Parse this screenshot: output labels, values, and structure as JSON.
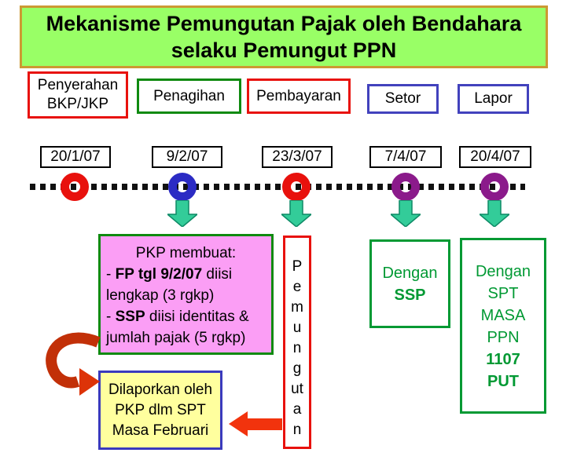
{
  "title": {
    "text": "Mekanisme Pemungutan Pajak oleh Bendahara\nselaku Pemungut PPN",
    "bg_color": "#99FF66",
    "border_color": "#CC9933",
    "text_color": "#000000"
  },
  "stages": [
    {
      "label": "Penyerahan\nBKP/JKP",
      "border_color": "#E8120D"
    },
    {
      "label": "Penagihan",
      "border_color": "#0F8A10"
    },
    {
      "label": "Pembayaran",
      "border_color": "#E8120D"
    },
    {
      "label": "Setor",
      "border_color": "#4242BD"
    },
    {
      "label": "Lapor",
      "border_color": "#4242BD"
    }
  ],
  "timeline": {
    "dates": [
      "20/1/07",
      "9/2/07",
      "23/3/07",
      "7/4/07",
      "20/4/07"
    ],
    "marker_colors": [
      "#E8110D",
      "#2B2BC4",
      "#E8110D",
      "#8B1A8B",
      "#8B1A8B"
    ],
    "down_arrow_color": "#33CC99"
  },
  "pkp_box": {
    "heading": "PKP membuat:",
    "item1_prefix": "- ",
    "item1_bold": "FP tgl 9/2/07",
    "item1_rest": " diisi lengkap (3 rgkp)",
    "item2_prefix": "- ",
    "item2_bold": "SSP",
    "item2_rest": " diisi identitas & jumlah pajak (5 rgkp)",
    "bg_color": "#FB9EF5",
    "border_color": "#0F8A10"
  },
  "pemungutan_box": {
    "text": "P\ne\nm\nu\nn\ng\nut\na\nn",
    "border_color": "#E8110D"
  },
  "ssp_box": {
    "line1": "Dengan",
    "line2_bold": "SSP",
    "text_color": "#009933",
    "border_color": "#009933"
  },
  "spt_box": {
    "line1": "Dengan",
    "line2": "SPT",
    "line3": "MASA",
    "line4": "PPN",
    "line5_bold": "1107",
    "line6_bold": "PUT",
    "text_color": "#009933",
    "border_color": "#009933"
  },
  "report_box": {
    "text": "Dilaporkan oleh\nPKP dlm SPT\nMasa Februari",
    "bg_color": "#FFFF9E",
    "border_color": "#3A3ABD"
  },
  "arrows": {
    "curved_arrow_color": "#C23008",
    "left_arrow_color": "#F2330D"
  }
}
